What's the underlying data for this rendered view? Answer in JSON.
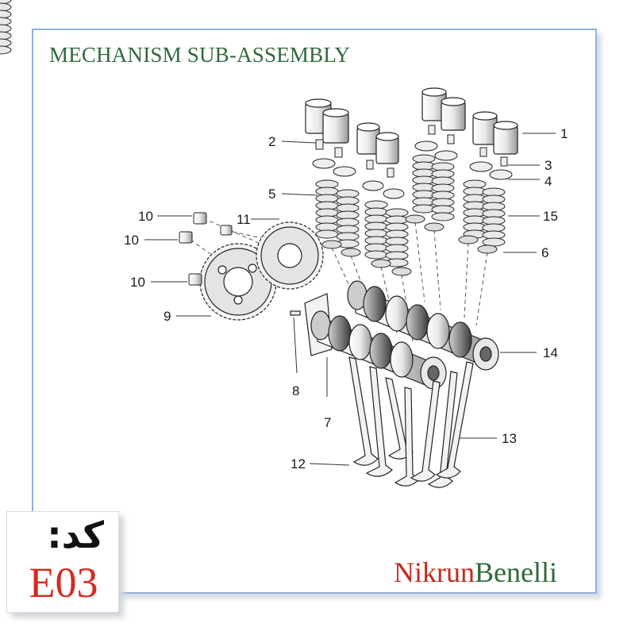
{
  "title": "MECHANISM SUB-ASSEMBLY",
  "brand": {
    "part1": "Nikrun",
    "part2": "Benelli"
  },
  "code": {
    "label": "کد:",
    "value": "E03"
  },
  "colors": {
    "title": "#2f6a3a",
    "brand_red": "#c42a1c",
    "brand_green": "#2f6a3a",
    "code_value": "#d42a1e",
    "frame_border": "#8fb0e0"
  },
  "callouts": [
    {
      "id": "c1",
      "label": "1"
    },
    {
      "id": "c2",
      "label": "2"
    },
    {
      "id": "c3",
      "label": "3"
    },
    {
      "id": "c4",
      "label": "4"
    },
    {
      "id": "c5",
      "label": "5"
    },
    {
      "id": "c6",
      "label": "6"
    },
    {
      "id": "c7",
      "label": "7"
    },
    {
      "id": "c8",
      "label": "8"
    },
    {
      "id": "c9",
      "label": "9"
    },
    {
      "id": "c10a",
      "label": "10"
    },
    {
      "id": "c10b",
      "label": "10"
    },
    {
      "id": "c10c",
      "label": "10"
    },
    {
      "id": "c11",
      "label": "11"
    },
    {
      "id": "c12",
      "label": "12"
    },
    {
      "id": "c13",
      "label": "13"
    },
    {
      "id": "c14",
      "label": "14"
    },
    {
      "id": "c15",
      "label": "15"
    }
  ]
}
